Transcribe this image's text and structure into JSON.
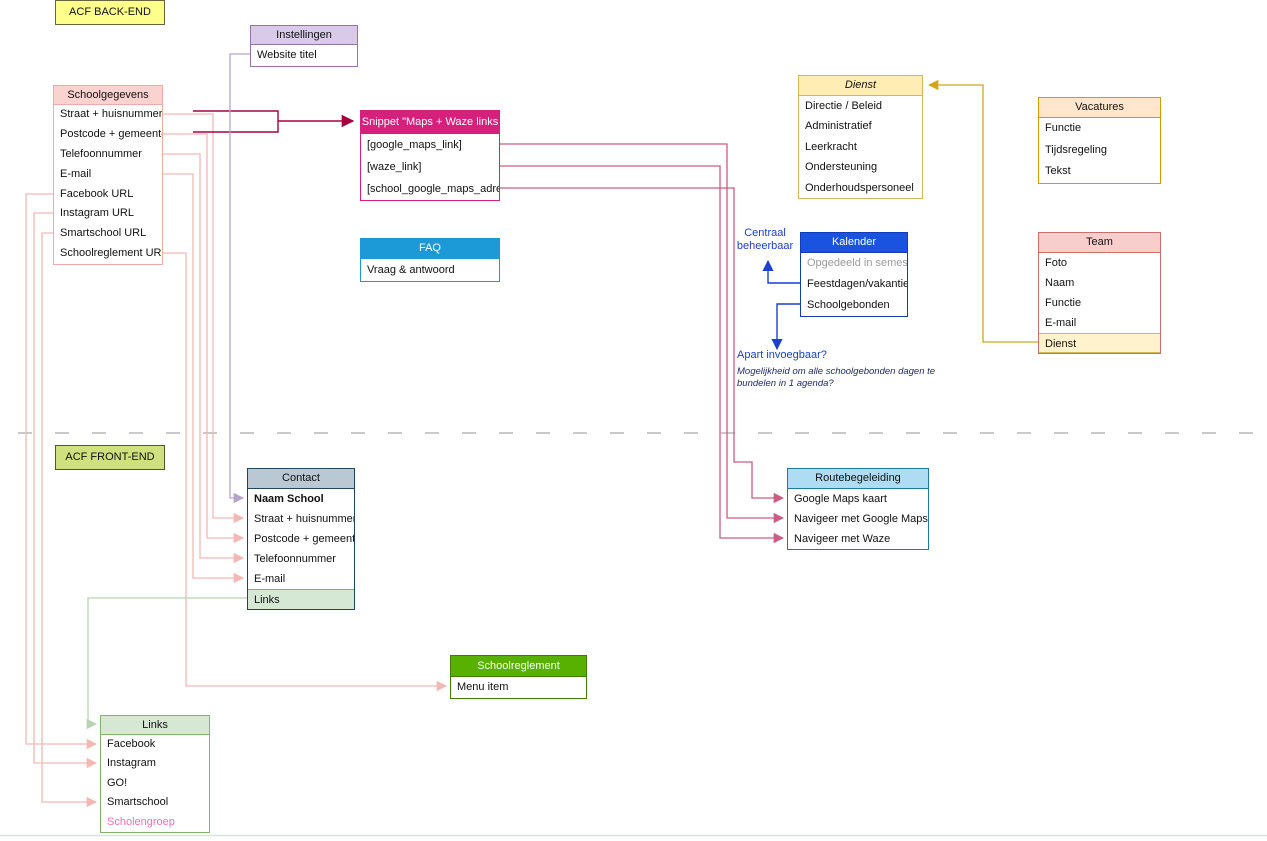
{
  "labels": {
    "back_end": "ACF BACK-END",
    "front_end": "ACF FRONT-END"
  },
  "boxes": {
    "instellingen": {
      "title": "Instellingen",
      "rows": [
        {
          "label": "Website titel"
        }
      ]
    },
    "schoolgegevens": {
      "title": "Schoolgegevens",
      "rows": [
        {
          "label": "Straat + huisnummer"
        },
        {
          "label": "Postcode + gemeente"
        },
        {
          "label": "Telefoonnummer"
        },
        {
          "label": "E-mail"
        },
        {
          "label": "Facebook URL"
        },
        {
          "label": "Instagram URL"
        },
        {
          "label": "Smartschool URL"
        },
        {
          "label": "Schoolreglement URL"
        }
      ]
    },
    "snippet": {
      "title": "Snippet \"Maps + Waze links",
      "rows": [
        {
          "label": "[google_maps_link]"
        },
        {
          "label": "[waze_link]"
        },
        {
          "label": "[school_google_maps_adres]"
        }
      ]
    },
    "faq": {
      "title": "FAQ",
      "rows": [
        {
          "label": "Vraag & antwoord"
        }
      ]
    },
    "dienst": {
      "title": "Dienst",
      "rows": [
        {
          "label": "Directie / Beleid"
        },
        {
          "label": "Administratief"
        },
        {
          "label": "Leerkracht"
        },
        {
          "label": "Ondersteuning"
        },
        {
          "label": "Onderhoudspersoneel"
        }
      ]
    },
    "vacatures": {
      "title": "Vacatures",
      "rows": [
        {
          "label": "Functie"
        },
        {
          "label": "Tijdsregeling"
        },
        {
          "label": "Tekst"
        }
      ]
    },
    "kalender": {
      "title": "Kalender",
      "rows": [
        {
          "label": "Opgedeeld in semesters",
          "style": "muted"
        },
        {
          "label": "Feestdagen/vakanties"
        },
        {
          "label": "Schoolgebonden"
        }
      ]
    },
    "team": {
      "title": "Team",
      "rows": [
        {
          "label": "Foto"
        },
        {
          "label": "Naam"
        },
        {
          "label": "Functie"
        },
        {
          "label": "E-mail"
        },
        {
          "label": "Dienst",
          "style": "hl-yellow"
        }
      ]
    },
    "contact": {
      "title": "Contact",
      "rows": [
        {
          "label": "Naam School",
          "style": "bold"
        },
        {
          "label": "Straat + huisnummer"
        },
        {
          "label": "Postcode + gemeente"
        },
        {
          "label": "Telefoonnummer"
        },
        {
          "label": "E-mail"
        },
        {
          "label": "Links",
          "style": "hl-green"
        }
      ]
    },
    "routebegeleiding": {
      "title": "Routebegeleiding",
      "rows": [
        {
          "label": "Google Maps kaart"
        },
        {
          "label": "Navigeer met Google Maps"
        },
        {
          "label": "Navigeer met Waze"
        }
      ]
    },
    "schoolreglement": {
      "title": "Schoolreglement",
      "rows": [
        {
          "label": "Menu item"
        }
      ]
    },
    "links": {
      "title": "Links",
      "rows": [
        {
          "label": "Facebook"
        },
        {
          "label": "Instagram"
        },
        {
          "label": "GO!"
        },
        {
          "label": "Smartschool"
        },
        {
          "label": "Scholengroep",
          "style": "pink"
        }
      ]
    }
  },
  "annotations": {
    "centraal": "Centraal beheerbaar",
    "apart": "Apart invoegbaar?",
    "note": "Mogelijkheid om alle schoolgebonden dagen te bundelen in 1 agenda?"
  },
  "colors": {
    "back_end_fill": "#fdfe8c",
    "front_end_fill": "#cfe07e",
    "instellingen_header": "#d9cbe8",
    "instellingen_border": "#9673a6",
    "schoolgegevens_header": "#fad2d0",
    "schoolgegevens_border": "#f0a9a4",
    "snippet_header": "#d5207c",
    "faq_header": "#1c9ad8",
    "dienst_header": "#ffedb3",
    "dienst_border": "#d6b656",
    "vacatures_header": "#ffe6cc",
    "vacatures_border": "#d79b00",
    "kalender_header": "#1a53e0",
    "kalender_border": "#123bbd",
    "team_header": "#f8cecc",
    "team_border": "#c9706c",
    "contact_header": "#bac8d3",
    "contact_border": "#23445d",
    "route_header": "#aedcf2",
    "route_border": "#1b7aa6",
    "schoolreglement_header": "#58b000",
    "schoolreglement_border": "#3e7d00",
    "links_header": "#d5e8d4",
    "links_border": "#82b366",
    "wire_salmon": "#f4b8b4",
    "wire_rose": "#cb5d82",
    "wire_magenta": "#a50040",
    "wire_lavender": "#b3a3cb",
    "wire_green": "#b9d4b1",
    "wire_yellow": "#d0a817",
    "wire_blue": "#1a3fd1",
    "divider_gray": "#c9c9c9"
  }
}
